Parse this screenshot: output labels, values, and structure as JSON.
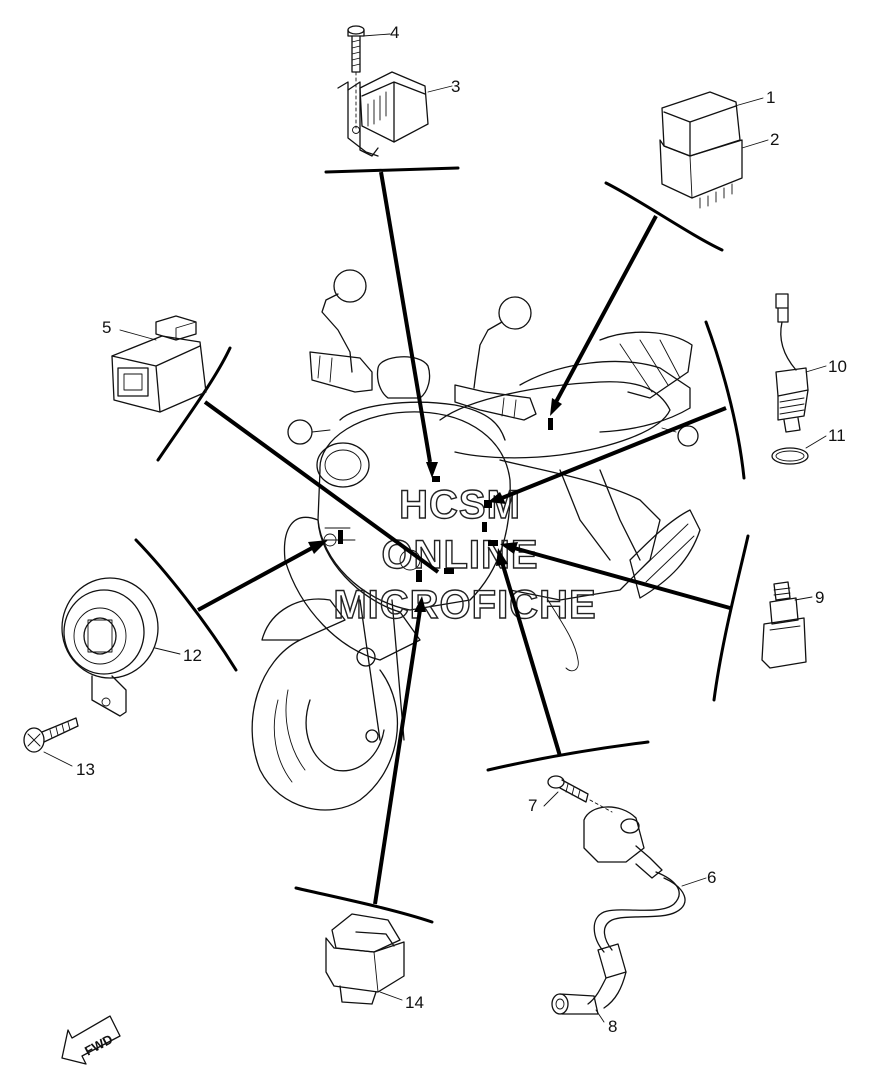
{
  "callouts": [
    {
      "id": "1",
      "label": "1"
    },
    {
      "id": "2",
      "label": "2"
    },
    {
      "id": "3",
      "label": "3"
    },
    {
      "id": "4",
      "label": "4"
    },
    {
      "id": "5",
      "label": "5"
    },
    {
      "id": "6",
      "label": "6"
    },
    {
      "id": "7",
      "label": "7"
    },
    {
      "id": "8",
      "label": "8"
    },
    {
      "id": "9",
      "label": "9"
    },
    {
      "id": "10",
      "label": "10"
    },
    {
      "id": "11",
      "label": "11"
    },
    {
      "id": "12",
      "label": "12"
    },
    {
      "id": "13",
      "label": "13"
    },
    {
      "id": "14",
      "label": "14"
    }
  ],
  "watermark": {
    "line1": "HCSM",
    "line2": "ONLINE",
    "line3": "MICROFICHE"
  },
  "fwd_label": "FWD"
}
